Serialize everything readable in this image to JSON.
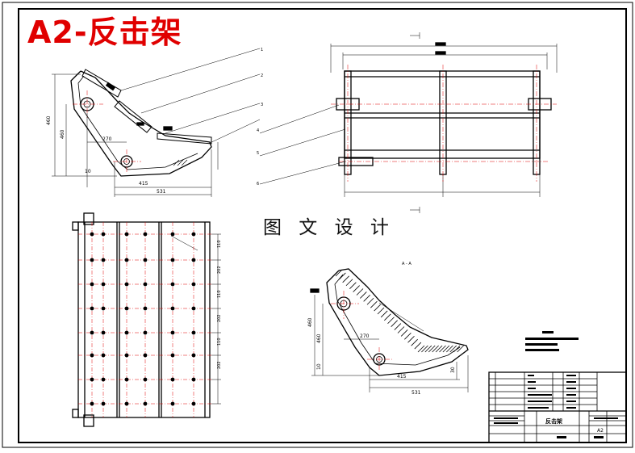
{
  "drawing": {
    "title": "A2-反击架",
    "watermark": "图 文 设 计",
    "section_label": "A - A",
    "title_block": {
      "part_name": "反击架",
      "sheet_size": "A2"
    },
    "leader_numbers": [
      "1",
      "2",
      "3",
      "4",
      "5",
      "6"
    ],
    "side_view_dims": {
      "d270": "270",
      "d415": "415",
      "d531": "531",
      "d460": "460",
      "d10": "10"
    },
    "section_dims": {
      "d270": "270",
      "d415": "415",
      "d531": "531",
      "d460": "460",
      "d10": "10",
      "d30": "30"
    },
    "plan_dims": [
      "110",
      "202",
      "110",
      "202",
      "110",
      "202"
    ]
  },
  "colors": {
    "title": "#e00000",
    "centerline": "#e00000",
    "line": "#000000"
  }
}
